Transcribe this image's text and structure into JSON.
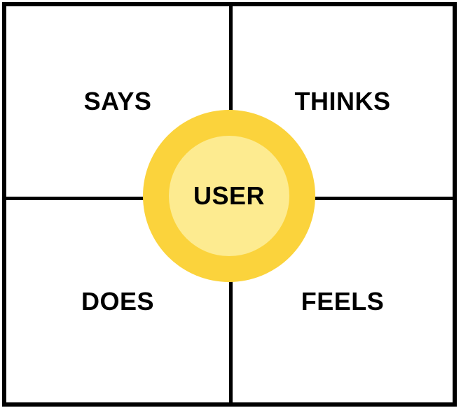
{
  "diagram": {
    "type": "empathy-map",
    "center_label": "USER",
    "quadrants": [
      {
        "id": "says",
        "label": "SAYS",
        "position": "top-left"
      },
      {
        "id": "thinks",
        "label": "THINKS",
        "position": "top-right"
      },
      {
        "id": "does",
        "label": "DOES",
        "position": "bottom-left"
      },
      {
        "id": "feels",
        "label": "FEELS",
        "position": "bottom-right"
      }
    ],
    "colors": {
      "background": "#FFFFFF",
      "border": "#000000",
      "divider": "#000000",
      "circle_outer": "#FBD33C",
      "circle_inner": "#FDEB90",
      "text": "#000000"
    }
  }
}
